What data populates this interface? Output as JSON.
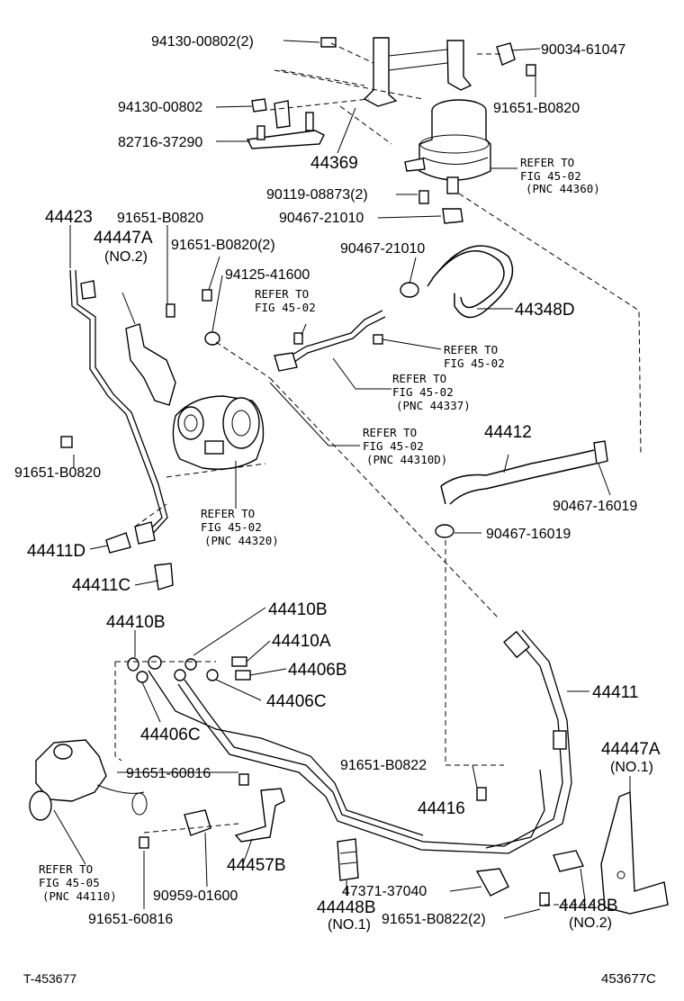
{
  "labels": {
    "l01": "94130-00802(2)",
    "l02": "90034-61047",
    "l03": "94130-00802",
    "l04": "91651-B0820",
    "l05": "82716-37290",
    "l06": "44369",
    "l07": "90119-08873(2)",
    "l08": "90467-21010",
    "l09": "44423",
    "l10": "91651-B0820",
    "l11": "44447A",
    "l12": "(NO.2)",
    "l13": "91651-B0820(2)",
    "l14": "94125-41600",
    "l15": "90467-21010",
    "l16": "44348D",
    "l17": "91651-B0820",
    "l18": "44412",
    "l19": "90467-16019",
    "l20": "90467-16019",
    "l21": "44411D",
    "l22": "44411C",
    "l23": "44410B",
    "l24": "44410B",
    "l25": "44410A",
    "l26": "44406B",
    "l27": "44406C",
    "l28": "44406C",
    "l29": "44411",
    "l30": "44447A",
    "l31": "(NO.1)",
    "l32": "91651-60816",
    "l33": "91651-B0822",
    "l34": "44416",
    "l35": "44457B",
    "l36": "90959-01600",
    "l37": "47371-37040",
    "l38": "44448B",
    "l39": "(NO.1)",
    "l40": "91651-B0822(2)",
    "l41": "44448B",
    "l42": "(NO.2)",
    "l43": "91651-60816"
  },
  "refs": {
    "r1": {
      "line1": "REFER TO",
      "line2": "FIG 45-02",
      "line3": "(PNC 44360)"
    },
    "r2": {
      "line1": "REFER TO",
      "line2": "FIG 45-02"
    },
    "r3": {
      "line1": "REFER TO",
      "line2": "FIG 45-02"
    },
    "r4": {
      "line1": "REFER TO",
      "line2": "FIG 45-02",
      "line3": "(PNC 44337)"
    },
    "r5": {
      "line1": "REFER TO",
      "line2": "FIG 45-02",
      "line3": "(PNC 44310D)"
    },
    "r6": {
      "line1": "REFER TO",
      "line2": "FIG 45-02",
      "line3": "(PNC 44320)"
    },
    "r7": {
      "line1": "REFER TO",
      "line2": "FIG 45-05",
      "line3": "(PNC 44110)"
    }
  },
  "footer": {
    "left_code": "T-453677",
    "right_code": "453677C"
  }
}
